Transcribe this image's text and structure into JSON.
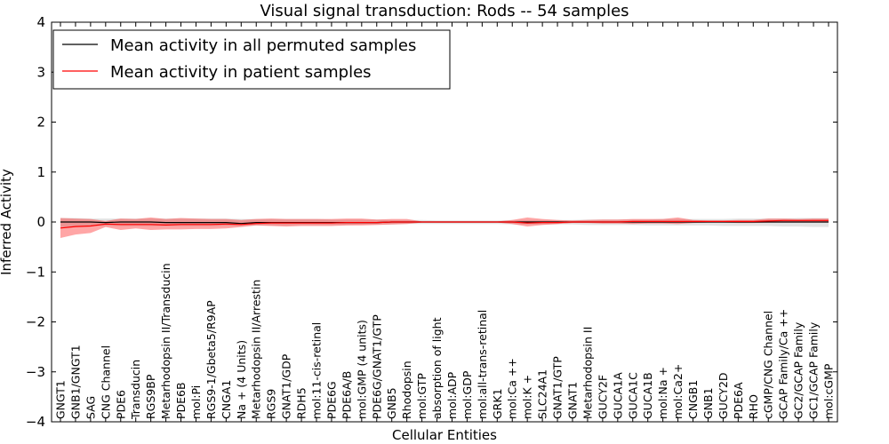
{
  "chart_data": {
    "type": "line",
    "title": "Visual signal transduction: Rods -- 54 samples",
    "xlabel": "Cellular Entities",
    "ylabel": "Inferred Activity",
    "ylim": [
      -4,
      4
    ],
    "yticks": [
      -4,
      -3,
      -2,
      -1,
      0,
      1,
      2,
      3,
      4
    ],
    "ytick_labels": [
      "−4",
      "−3",
      "−2",
      "−1",
      "0",
      "1",
      "2",
      "3",
      "4"
    ],
    "legend_position": "top-left",
    "categories": [
      "GNGT1",
      "GNB1/GNGT1",
      "SAG",
      "CNG Channel",
      "PDE6",
      "Transducin",
      "RGS9BP",
      "Metarhodopsin II/Transducin",
      "PDE6B",
      "mol:Pi",
      "RGS9-1/Gbeta5/R9AP",
      "CNGA1",
      "Na + (4 Units)",
      "Metarhodopsin II/Arrestin",
      "RGS9",
      "GNAT1/GDP",
      "RDH5",
      "mol:11-cis-retinal",
      "PDE6G",
      "PDE6A/B",
      "mol:GMP (4 units)",
      "PDE6G/GNAT1/GTP",
      "GNB5",
      "Rhodopsin",
      "mol:GTP",
      "absorption of light",
      "mol:ADP",
      "mol:GDP",
      "mol:all-trans-retinal",
      "GRK1",
      "mol:Ca ++",
      "mol:K +",
      "SLC24A1",
      "GNAT1/GTP",
      "GNAT1",
      "Metarhodopsin II",
      "GUCY2F",
      "GUCA1A",
      "GUCA1C",
      "GUCA1B",
      "mol:Na +",
      "mol:Ca2+",
      "CNGB1",
      "GNB1",
      "GUCY2D",
      "PDE6A",
      "RHO",
      "cGMP/CNG Channel",
      "GCAP Family/Ca ++",
      "GC2/GCAP Family",
      "GC1/GCAP Family",
      "mol:cGMP"
    ],
    "series": [
      {
        "name": "Mean activity in all permuted samples",
        "color": "#000000",
        "values": [
          0.0,
          0.0,
          0.0,
          -0.01,
          0.0,
          0.0,
          0.0,
          -0.01,
          -0.01,
          -0.01,
          -0.01,
          -0.01,
          -0.03,
          -0.01,
          -0.01,
          -0.01,
          -0.01,
          -0.01,
          -0.01,
          -0.01,
          -0.01,
          -0.01,
          0.0,
          0.0,
          0.0,
          0.0,
          0.0,
          0.0,
          0.0,
          0.0,
          0.0,
          0.0,
          0.0,
          0.0,
          0.0,
          0.0,
          0.0,
          0.0,
          0.0,
          0.0,
          0.0,
          0.0,
          0.0,
          0.0,
          0.0,
          0.0,
          0.0,
          0.0,
          0.0,
          0.0,
          0.0,
          0.0
        ],
        "band_low": [
          -0.1,
          -0.09,
          -0.08,
          -0.08,
          -0.08,
          -0.08,
          -0.08,
          -0.08,
          -0.08,
          -0.08,
          -0.08,
          -0.08,
          -0.08,
          -0.07,
          -0.07,
          -0.07,
          -0.06,
          -0.06,
          -0.06,
          -0.06,
          -0.05,
          -0.05,
          -0.05,
          -0.04,
          -0.04,
          -0.04,
          -0.04,
          -0.04,
          -0.04,
          -0.04,
          -0.05,
          -0.05,
          -0.05,
          -0.05,
          -0.05,
          -0.06,
          -0.06,
          -0.06,
          -0.06,
          -0.07,
          -0.07,
          -0.07,
          -0.07,
          -0.07,
          -0.08,
          -0.08,
          -0.08,
          -0.08,
          -0.09,
          -0.09,
          -0.1,
          -0.1
        ],
        "band_high": [
          0.08,
          0.08,
          0.07,
          0.07,
          0.07,
          0.07,
          0.07,
          0.07,
          0.07,
          0.07,
          0.07,
          0.07,
          0.06,
          0.06,
          0.06,
          0.06,
          0.06,
          0.06,
          0.05,
          0.05,
          0.05,
          0.05,
          0.04,
          0.04,
          0.04,
          0.03,
          0.03,
          0.03,
          0.03,
          0.03,
          0.04,
          0.04,
          0.04,
          0.04,
          0.04,
          0.05,
          0.05,
          0.05,
          0.05,
          0.05,
          0.06,
          0.06,
          0.06,
          0.06,
          0.06,
          0.07,
          0.07,
          0.07,
          0.07,
          0.08,
          0.08,
          0.08
        ]
      },
      {
        "name": "Mean activity in patient samples",
        "color": "#ff0000",
        "values": [
          -0.12,
          -0.09,
          -0.08,
          -0.04,
          -0.05,
          -0.05,
          -0.05,
          -0.06,
          -0.05,
          -0.05,
          -0.05,
          -0.04,
          -0.05,
          -0.03,
          -0.02,
          -0.02,
          -0.02,
          -0.02,
          -0.02,
          -0.01,
          -0.01,
          -0.01,
          0.0,
          0.0,
          0.0,
          0.0,
          0.0,
          0.0,
          0.0,
          0.0,
          0.0,
          -0.02,
          -0.01,
          -0.01,
          0.0,
          0.0,
          0.0,
          0.0,
          0.01,
          0.01,
          0.01,
          0.01,
          0.01,
          0.01,
          0.01,
          0.01,
          0.01,
          0.02,
          0.03,
          0.03,
          0.03,
          0.03
        ],
        "band_low": [
          -0.32,
          -0.25,
          -0.22,
          -0.1,
          -0.16,
          -0.13,
          -0.16,
          -0.15,
          -0.15,
          -0.14,
          -0.14,
          -0.13,
          -0.1,
          -0.07,
          -0.08,
          -0.09,
          -0.08,
          -0.08,
          -0.08,
          -0.07,
          -0.07,
          -0.06,
          -0.05,
          -0.04,
          -0.01,
          -0.01,
          -0.01,
          -0.01,
          -0.01,
          -0.01,
          -0.04,
          -0.09,
          -0.06,
          -0.04,
          -0.02,
          -0.02,
          -0.03,
          -0.03,
          -0.04,
          -0.03,
          -0.03,
          -0.04,
          -0.02,
          -0.01,
          -0.01,
          -0.02,
          -0.02,
          -0.01,
          -0.01,
          -0.01,
          -0.01,
          -0.01
        ],
        "band_high": [
          0.08,
          0.07,
          0.06,
          0.02,
          0.07,
          0.06,
          0.09,
          0.06,
          0.08,
          0.07,
          0.06,
          0.06,
          0.04,
          0.06,
          0.07,
          0.06,
          0.06,
          0.06,
          0.06,
          0.07,
          0.07,
          0.05,
          0.06,
          0.06,
          0.01,
          0.01,
          0.01,
          0.01,
          0.01,
          0.01,
          0.04,
          0.09,
          0.06,
          0.04,
          0.03,
          0.04,
          0.05,
          0.05,
          0.06,
          0.06,
          0.06,
          0.09,
          0.04,
          0.03,
          0.03,
          0.04,
          0.04,
          0.07,
          0.07,
          0.06,
          0.07,
          0.07
        ]
      }
    ]
  }
}
